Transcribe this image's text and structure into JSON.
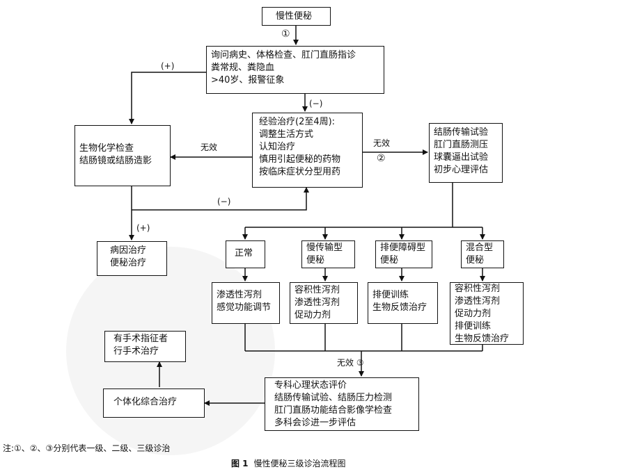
{
  "boxes": {
    "root": [
      "慢性便秘"
    ],
    "history": [
      "询问病史、体格检查、肛门直肠指诊",
      "粪常规、粪隐血",
      ">40岁、报警征象"
    ],
    "biochem": [
      "生物化学检查",
      "结肠镜或结肠造影"
    ],
    "empirical": [
      "经验治疗(2至4周):",
      "调整生活方式",
      "认知治疗",
      "慎用引起便秘的药物",
      "按临床症状分型用药"
    ],
    "tests": [
      "结肠传输试验",
      "肛门直肠测压",
      "球囊逼出试验",
      "初步心理评估"
    ],
    "etiology": [
      "病因治疗",
      "便秘治疗"
    ],
    "normal": [
      "正常"
    ],
    "slow": [
      "慢传输型",
      "便秘"
    ],
    "outlet": [
      "排便障碍型",
      "便秘"
    ],
    "mixed": [
      "混合型",
      "便秘"
    ],
    "normal_tx": [
      "渗透性泻剂",
      "感觉功能调节"
    ],
    "slow_tx": [
      "容积性泻剂",
      "渗透性泻剂",
      "促动力剂"
    ],
    "outlet_tx": [
      "排便训练",
      "生物反馈治疗"
    ],
    "mixed_tx": [
      "容积性泻剂",
      "渗透性泻剂",
      "促动力剂",
      "排便训练",
      "生物反馈治疗"
    ],
    "surgery": [
      "有手术指征者",
      "行手术治疗"
    ],
    "individual": [
      "个体化综合治疗"
    ],
    "specialist": [
      "专科心理状态评价",
      "结肠传输试验、结肠压力检测",
      "肛门直肠功能结合影像学检查",
      "多科会诊进一步评估"
    ]
  },
  "labels": {
    "circle1": "①",
    "plus_top": "(+)",
    "minus_mid": "(−)",
    "invalid_left": "无效",
    "invalid_right": "无效",
    "circle2": "②",
    "minus_low": "(−)",
    "plus_low": "(+)",
    "invalid_bottom": "无效 ③"
  },
  "note": "注:①、②、③分别代表一级、二级、三级诊治",
  "caption": {
    "fig": "图 1",
    "title": "慢性便秘三级诊治流程图"
  }
}
